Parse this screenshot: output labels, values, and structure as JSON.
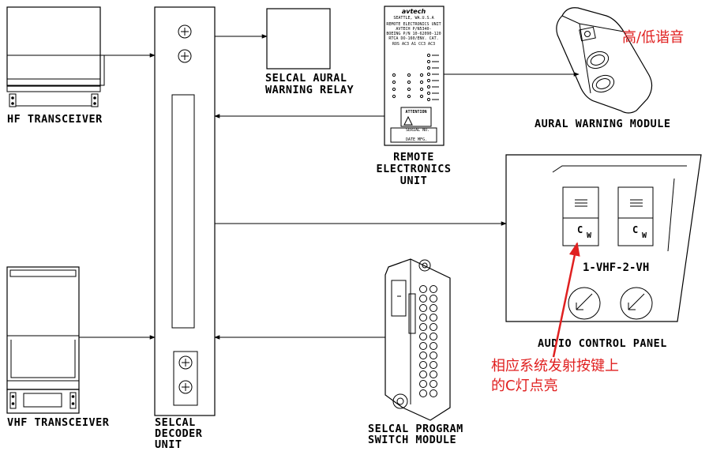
{
  "labels": {
    "hf_transceiver": "HF TRANSCEIVER",
    "vhf_transceiver": "VHF TRANSCEIVER",
    "selcal_decoder_1": "SELCAL",
    "selcal_decoder_2": "DECODER",
    "selcal_decoder_3": "UNIT",
    "aural_relay_1": "SELCAL AURAL",
    "aural_relay_2": "WARNING RELAY",
    "reu_1": "REMOTE",
    "reu_2": "ELECTRONICS",
    "reu_3": "UNIT",
    "aural_module": "AURAL WARNING MODULE",
    "audio_panel": "AUDIO CONTROL PANEL",
    "vhf_selector": "1-VHF-2-VH",
    "program_switch_1": "SELCAL PROGRAM",
    "program_switch_2": "SWITCH MODULE",
    "cw_letter": "C",
    "cw_sub": "W"
  },
  "reu_plate": {
    "brand": "avtech",
    "city": "SEATTLE, WA.U.S.A",
    "line1": "REMOTE ELECTRONICS UNIT",
    "line2": "AVTECH P/N5340-",
    "line3": "BOEING P/N 10-62090-120",
    "line4": "RTCA DO-160/ENV. CAT.",
    "line5": "ROS AC3 A1 CC3 AC3",
    "attention": "ATTENTION",
    "serial": "SERIAL NO.",
    "date": "DATE MFG."
  },
  "annotations": {
    "high_low_chime": "高/低谐音",
    "c_light_1": "相应系统发射按键上",
    "c_light_2": "的C灯点亮",
    "color": "#e02020"
  }
}
